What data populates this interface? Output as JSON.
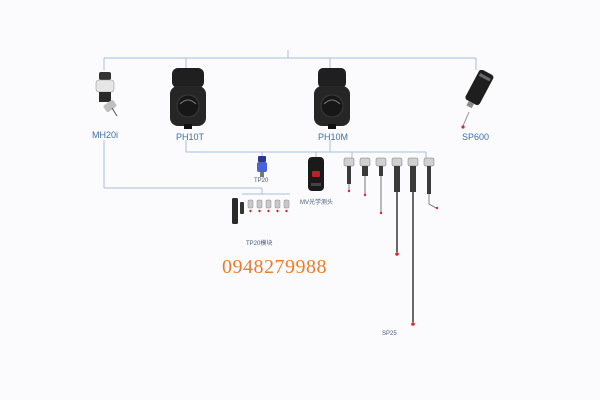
{
  "labels": {
    "mh20i": "MH20i",
    "ph10t": "PH10T",
    "ph10m": "PH10M",
    "sp600": "SP600",
    "tp20": "TP20",
    "mv_probe": "MV光学测头",
    "tp20_modules": "TP20模块",
    "sp25": "SP25"
  },
  "phone": "0948279988",
  "colors": {
    "connector": "#a9bfd9",
    "label": "#3d6fa8",
    "device_dark": "#1c1c1c",
    "stylus_tip": "#d9262c",
    "phone": "#f07b2b"
  }
}
